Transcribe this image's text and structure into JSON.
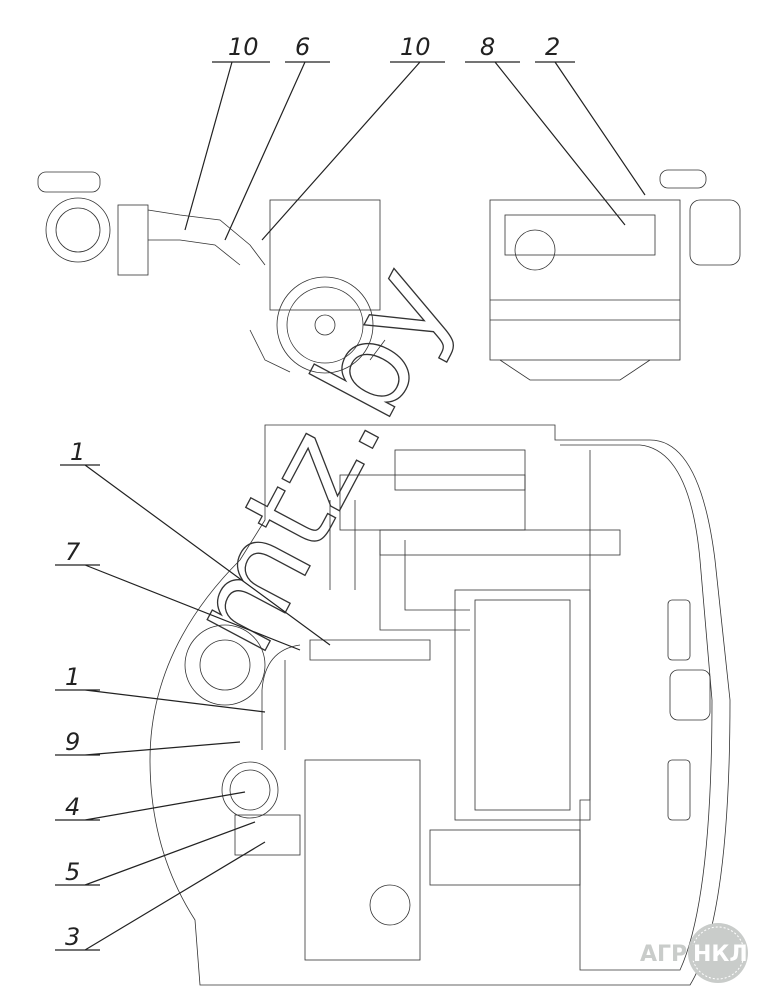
{
  "drawing": {
    "top_callouts": [
      "10",
      "6",
      "10",
      "8",
      "2"
    ],
    "side_callouts": [
      "1",
      "7",
      "1",
      "9",
      "4",
      "5",
      "3"
    ]
  },
  "watermark": {
    "text": "mtz.by"
  },
  "logo": {
    "left_text": "АГРО",
    "circle_text": "НКЛ",
    "color": "#c9ccca"
  }
}
